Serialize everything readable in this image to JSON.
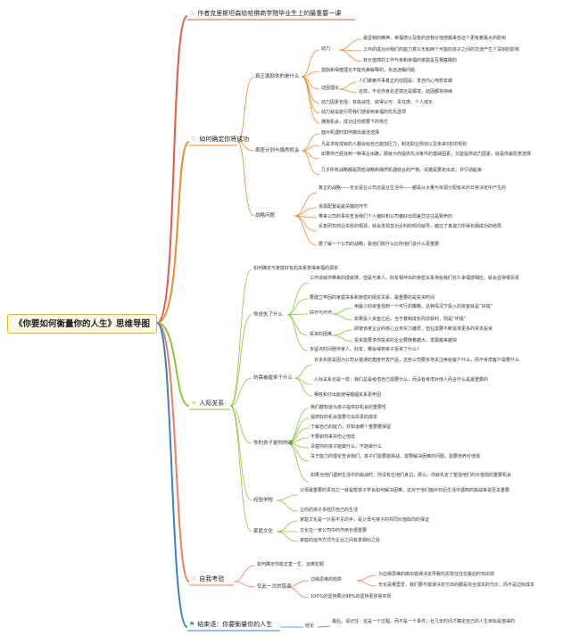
{
  "root": {
    "title": "《你要如何衡量你的人生》思维导图"
  },
  "branch_colors": {
    "b1": "#e6594a",
    "b2": "#f08a2c",
    "b3": "#8cc63f",
    "b4": "#f47b5e",
    "b5": "#3c80c7"
  },
  "branches": {
    "b1": {
      "label": "作者克里斯坦森给哈佛商学院毕业生上的最重要一课",
      "icon": "star-icon"
    },
    "b2": {
      "label": "如何确定你将成功",
      "icon": "heart-icon"
    },
    "b3": {
      "label": "人际关系",
      "icon": "sun-icon"
    },
    "b4": {
      "label": "自我考验",
      "icon": "star-icon"
    },
    "b5": {
      "label": "结束语：你要衡量你的人生",
      "icon": "flag-icon"
    }
  },
  "b2": {
    "s1": "真正激励你的是什么",
    "s1a": "动力",
    "s1a_1": "最坚韧的精神、幸福感以及能的自我价值感都来自这个更有着最大的影响",
    "s1a_2": "工作的成功对我们的能力意义无和两个可能的孩子之间的交流产生了深刻的影响",
    "s1a_3": "有价值感的工作与亲和幸福的家庭是互相塞融的",
    "s1b": "激励和保健理论不能完美解释的，永远迷糊问题",
    "s1c": "动因理论",
    "s1c_1": "人们做某件事真正的动因是：发自内心地想去做",
    "s1c_2": "这样，不论你身处逆境还是顺境，动因都将持续",
    "s1d": "动力因素包括：有挑战性、获得认可、责任感、个人成长",
    "s1e": "动力就是能引导我们感受到幸福的优先选项",
    "s1f": "拥抱机会，成功往你想要下的地方",
    "s2": "周密计划与偶然机会",
    "s2a": "面对机遇时如何做出最佳选择",
    "s2b": "凡是求有成就的人都会给自己施加压力，制定职业规划以及未来5年的规划",
    "s2c": "如果你已经找到一种事业出路，那就为你提供先决条件的基础因素，又能提供动力因素，就是你最愿意选择",
    "s2d": "几乎所有战略都是周密战略和偶然机遇结合的产物，关键是要走出去，并行动起来",
    "s3": "战略问题",
    "s3a": "真正的战略——无论是在公司还是在生活中——都是从大量与资源分配有关的日常决定中产生的",
    "s3b": "资源配置是最关键的环节",
    "s3c": "带来公司的事实告诉我们个人偏好和公司偏好出现差异往往是致命的",
    "s3d": "反复研究商业失败的根源，就会发现急功近利的倾向就导，越过了真诚力所得长期成功的结局",
    "s3e": "要了解一个公司的战略，看他们刚什么比所他们说什么更重要"
  },
  "b3": {
    "a": "如何确定与家庭好友的关系变得幸福的源泉",
    "b": "你说失了什么",
    "b1": "工作造就你带来的成就感，但是与家人、好友相伴出的亲密关系将给我们长久幸福感相应，就会显得很昂贵",
    "b2": "要建立牢固的家庭关系和亲密的朋友关系，最重要的是投资时间",
    "b3": "好坏与坏坏",
    "b3_1": "用最少的资金找到一个可行的策略，这种情况下投入的资金就是“好钱”",
    "b3_2": "如果投入资金之后，当于着制成长而非获利，则是“坏钱”",
    "b4": "投资的困难",
    "b4_1": "即使该家企业的核心业务实力雄厚，但在需要不断追求更多的资本投资",
    "b4_2": "投资需要求你投资的企业要随着越大，发展越来越快",
    "b5": "多留点时间陪伴家人、好友，哪会得到亲子投资了什么？",
    "c": "的需被雇来干什么",
    "c1": "许多失败是因为公司从错误的角度开发产品，这些公司要多地关注卖给客户什么，而不考虑客户需要什么",
    "c2": "人际关系也是一样：我们总是考虑自己需要什么，而没有考虑对他人而言什么是最重要的",
    "c3": "牺牲和付出能使得婚姻关系更牢固",
    "d": "你的孩子是你的吗",
    "d1": "我们都知道为孩子提供好机会的重要性",
    "d2": "提供好的机会需要付出昂贵的成本",
    "d3": "了解自己的能力，并知道哪个重要要保留",
    "d4": "不要剥夺来并伤让他去",
    "d5": "清楚你的孩子能做什么，不能做什么",
    "d6": "关于能力的理论告诉我们，孩子们需要能挑战，需要解决困难的问题，需要培养价值观",
    "d7": "如果当他们遇到生活中的挑战时，你没有在他们身边，那么，你就失去了塑造他们的价值观的重要机会",
    "e": "经验学校",
    "e1": "父母最重要的责任之一就是帮孩子学会如何解决困难，这对于他们面对日后生活中遇到的挑战来说至关重要",
    "e2": "让你的孩子多经历自己的生活",
    "f": "家庭文化",
    "f1": "家庭文化是一只看不见的手，是父母与孩子的共同价值取向的保证",
    "f2": "文化在一家公司中的作用也很重要",
    "f3": "家庭的运作方式与企业之间有其相似之处"
  },
  "b4": {
    "a": "如何确定你能正直一生，远离犯罪",
    "b": "仅此一次的错误",
    "b1": "边缘思维的陷阱",
    "b1_1": "为边缘思维的做出错误决定导致的失败往往在最后时刻出现",
    "b1_2": "无论是哪里爱，我们要与错误决定付出的都是完全成本的代价，而不是边际成本",
    "b2": "100%的坚持要比98%的坚持更容易实现"
  },
  "b5": {
    "a": "结论",
    "a1": "最后，请记住：这是一个过程，而不是一个事件；社几年时间才确定自己的人生目标是值得的"
  }
}
